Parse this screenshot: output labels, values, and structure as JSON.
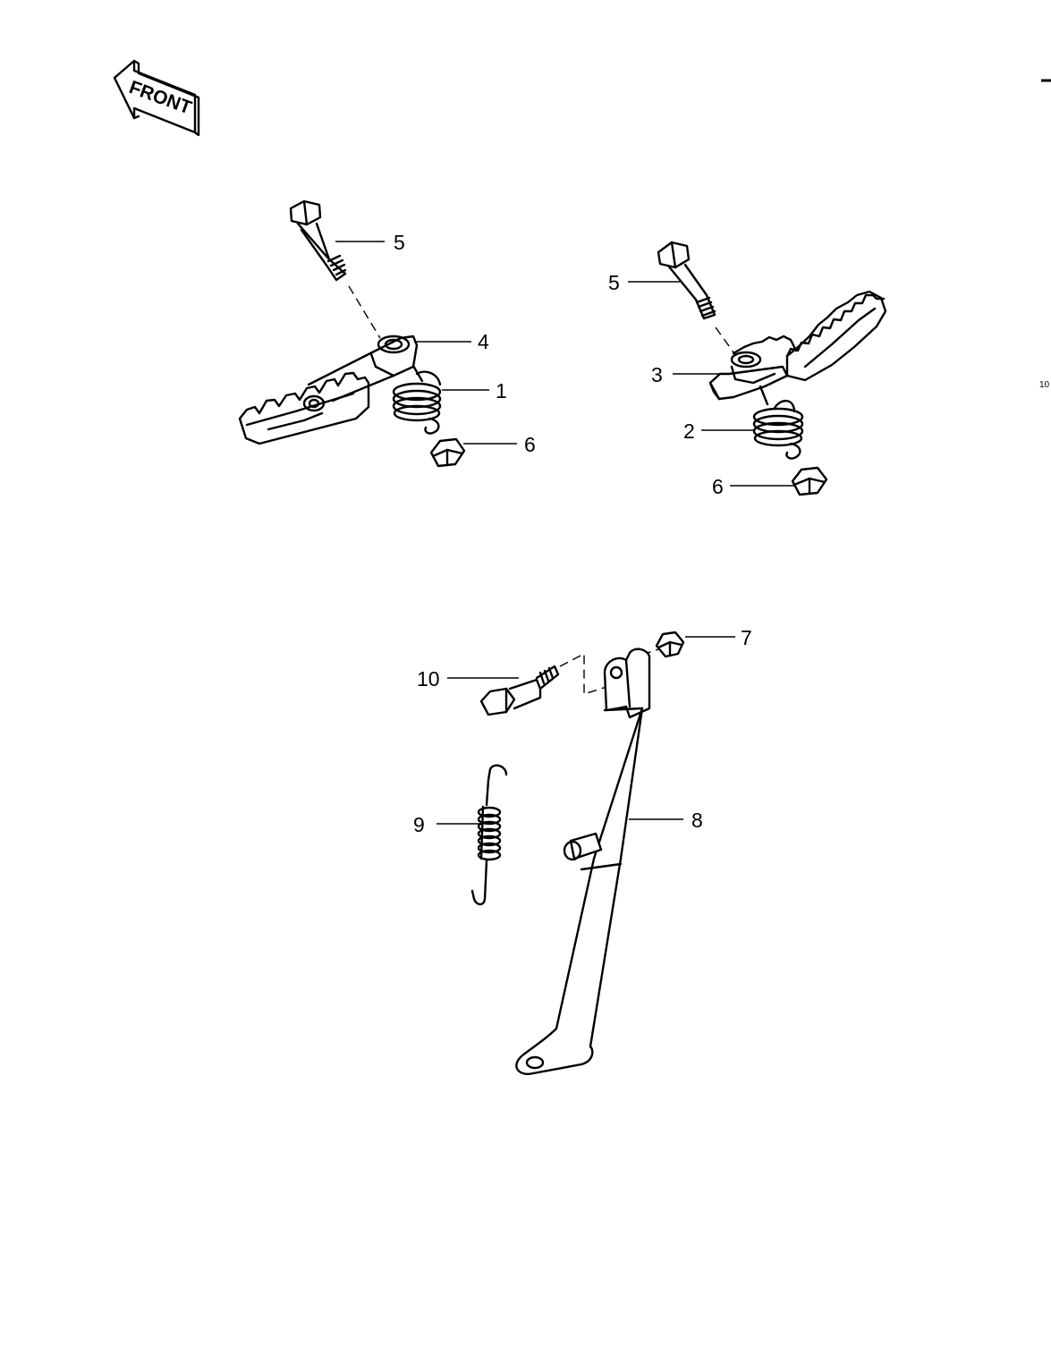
{
  "front_arrow": {
    "label": "FRONT"
  },
  "callouts": {
    "left_bolt": "5",
    "left_footpeg": "4",
    "left_spring": "1",
    "left_nut": "6",
    "right_bolt": "5",
    "right_footpeg": "3",
    "right_spring": "2",
    "right_nut": "6",
    "stand_nut": "7",
    "stand_bolt": "10",
    "stand_spring": "9",
    "side_stand": "8"
  },
  "edge_marks": {
    "page_ref": "10"
  }
}
